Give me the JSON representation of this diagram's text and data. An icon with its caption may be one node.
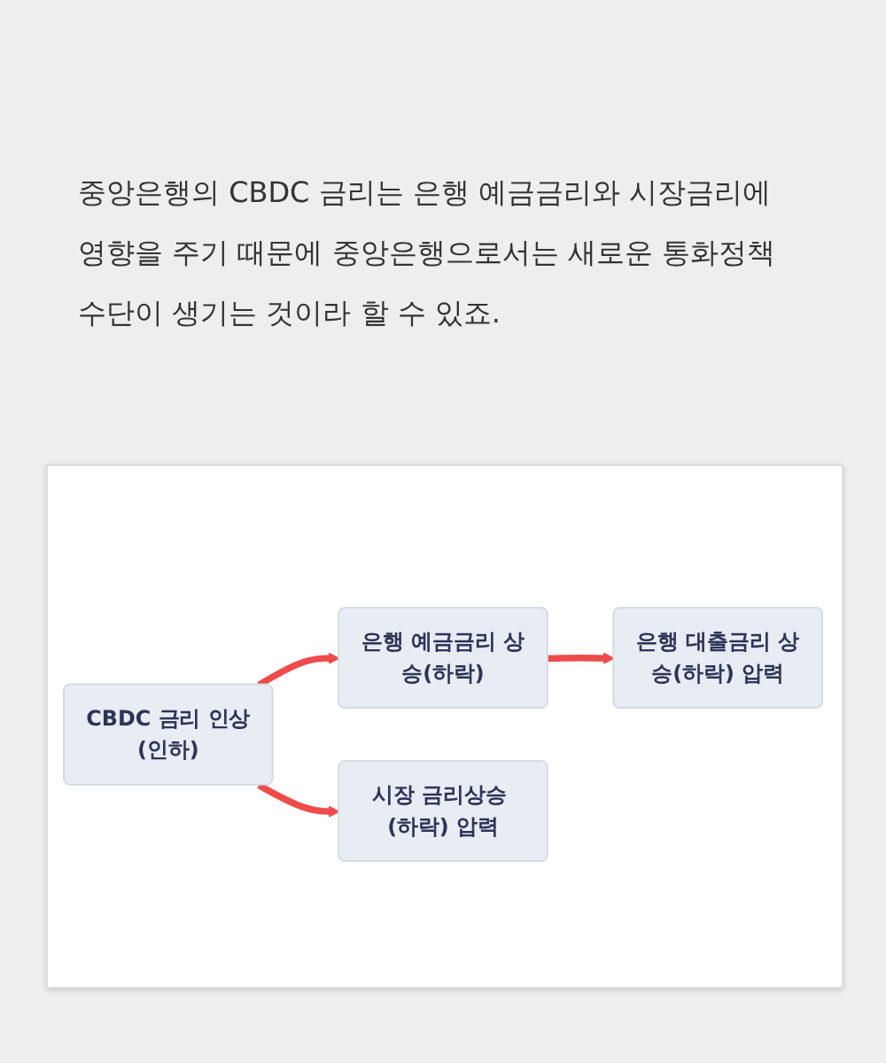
{
  "diagram": {
    "title": "중앙은행의 CBDC 금리는 은행 예금금리와 시장금리에 영향을 주기 때문에 중앙은행으로서는 새로운 통화정책 수단이 생기는 것이라 할 수 있죠.",
    "nodes": [
      {
        "text": [
          "CBDC 금리 인상(인하)"
        ]
      },
      {
        "text": [
          "은행 예금금리 상승(하락)"
        ]
      },
      {
        "text": [
          "은행 대출금리 상승(하락) 압력"
        ]
      },
      {
        "text": [
          "시장 금리상승 (하락) 압력"
        ]
      }
    ],
    "edges": [
      {
        "from": 0,
        "to": 1,
        "arrow": "to"
      },
      {
        "from": 1,
        "to": 2,
        "arrow": "to"
      },
      {
        "from": 0,
        "to": 3,
        "arrow": "to"
      }
    ]
  }
}
